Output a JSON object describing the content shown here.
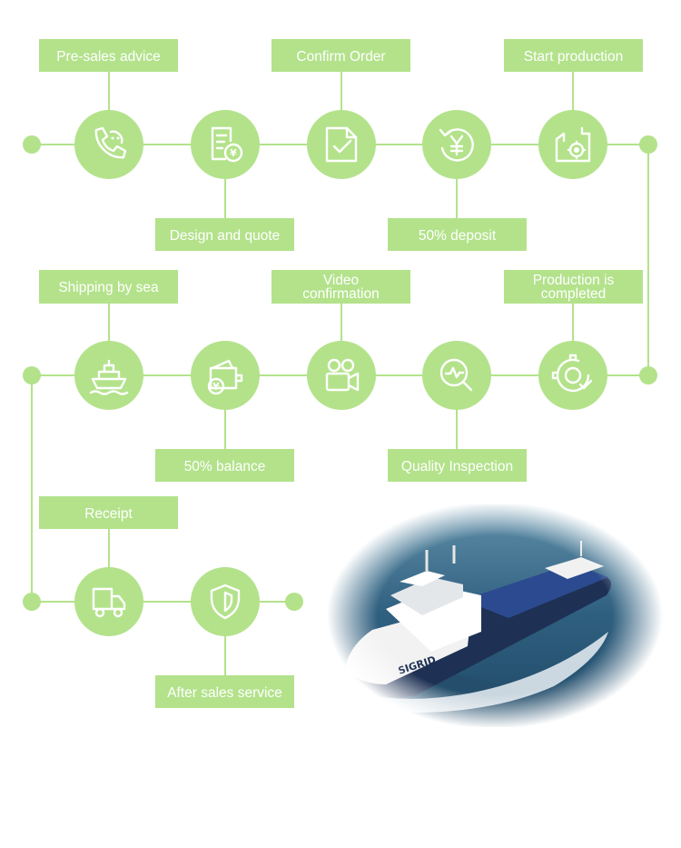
{
  "colors": {
    "accent": "#b3e28b",
    "line": "#b3e28b",
    "text": "#ffffff"
  },
  "steps": [
    {
      "label": "Pre-sales advice",
      "icon": "phone-icon"
    },
    {
      "label": "Design and quote",
      "icon": "quote-document-icon"
    },
    {
      "label": "Confirm Order",
      "icon": "checklist-icon"
    },
    {
      "label": "50% deposit",
      "icon": "yuan-refresh-icon"
    },
    {
      "label": "Start production",
      "icon": "factory-icon"
    },
    {
      "label": "Production is completed",
      "icon": "gear-check-icon"
    },
    {
      "label": "Quality Inspection",
      "icon": "magnifier-pulse-icon"
    },
    {
      "label": "Video confirmation",
      "icon": "video-camera-icon"
    },
    {
      "label": "50% balance",
      "icon": "wallet-icon"
    },
    {
      "label": "Shipping by sea",
      "icon": "cargo-ship-icon"
    },
    {
      "label": "Receipt",
      "icon": "delivery-truck-icon"
    },
    {
      "label": "After sales service",
      "icon": "shield-icon"
    }
  ],
  "photo": {
    "ship_name": "SIGRID",
    "icon": "ship-photo"
  }
}
